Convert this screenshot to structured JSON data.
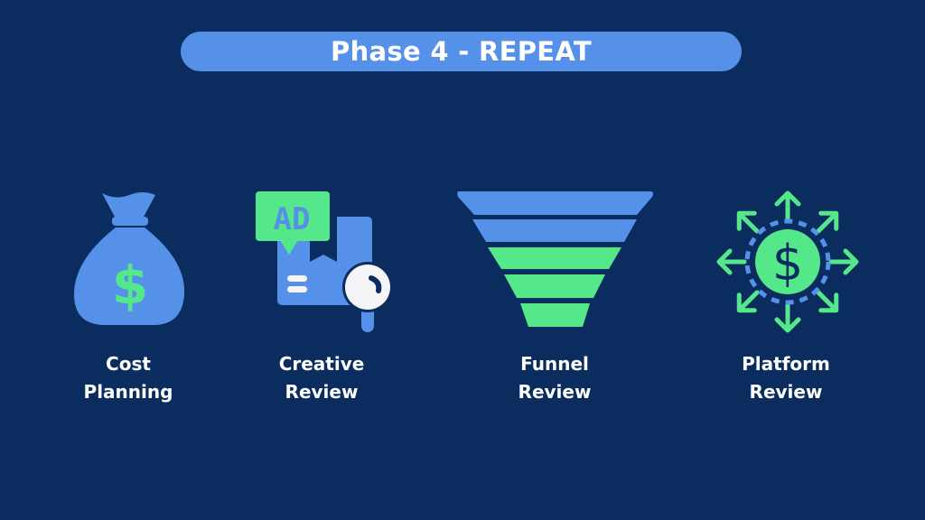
{
  "title": "Phase 4 - REPEAT",
  "steps": [
    {
      "line1": "Cost",
      "line2": "Planning",
      "icon": "money-bag-icon"
    },
    {
      "line1": "Creative",
      "line2": "Review",
      "icon": "ad-creative-magnifier-icon",
      "icon_text": "AD"
    },
    {
      "line1": "Funnel",
      "line2": "Review",
      "icon": "funnel-icon"
    },
    {
      "line1": "Platform",
      "line2": "Review",
      "icon": "dollar-distribution-icon"
    }
  ],
  "colors": {
    "background": "#0b2c5f",
    "blue": "#5591e8",
    "green": "#55e88a",
    "white": "#f5f5f7"
  }
}
